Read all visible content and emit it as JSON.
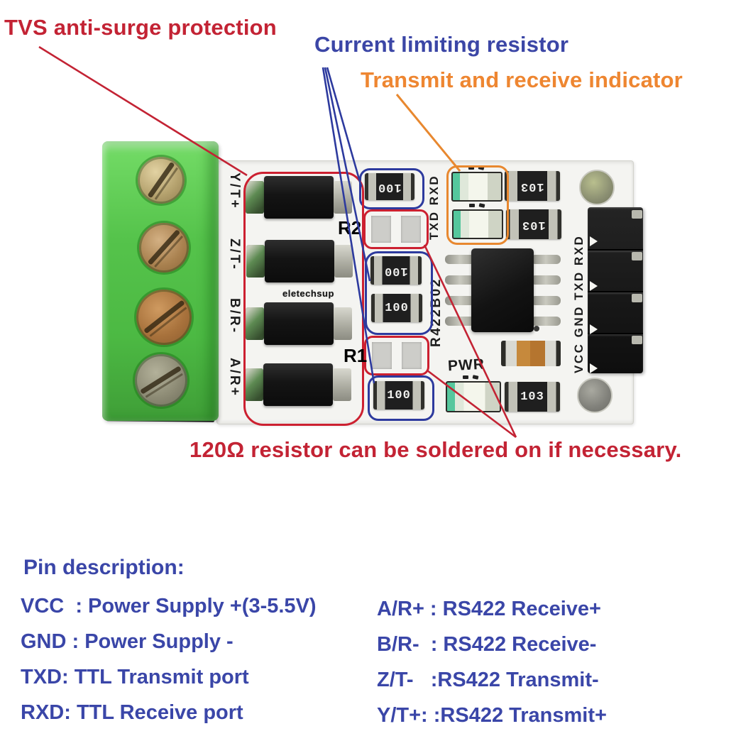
{
  "annotations": {
    "tvs": "TVS anti-surge protection",
    "current_limiting": "Current limiting resistor",
    "indicator": "Transmit and receive indicator",
    "termination": "120Ω resistor can be soldered on if necessary."
  },
  "board": {
    "brand": "eletechsup",
    "model": "R422B02",
    "left_pins": [
      "Y/T+",
      "Z/T-",
      "B/R-",
      "A/R+"
    ],
    "led_silk": "TXD RXD",
    "header_silk": "VCC GND TXD RXD",
    "pwr_label": "PWR",
    "r1_label": "R1",
    "r2_label": "R2",
    "res_100": "100",
    "res_103": "103"
  },
  "pin_description": {
    "title": "Pin description:",
    "left": [
      "VCC  : Power Supply +(3-5.5V)",
      "GND : Power Supply -",
      "TXD: TTL Transmit port",
      "RXD: TTL Receive port"
    ],
    "right": [
      "A/R+ : RS422 Receive+",
      "B/R-  : RS422 Receive-",
      "Z/T-   :RS422 Transmit-",
      "Y/T+: :RS422 Transmit+"
    ]
  },
  "colors": {
    "annotation_red": "#c32334",
    "annotation_blue": "#3b46a6",
    "annotation_orange": "#ee8631",
    "pin_text_blue": "#3a46a8",
    "ring_red": "#cc2030",
    "ring_blue": "#2d3a9e",
    "ring_orange": "#e8882f",
    "pcb_white": "#f4f4f1",
    "terminal_green": "#55c34b"
  }
}
